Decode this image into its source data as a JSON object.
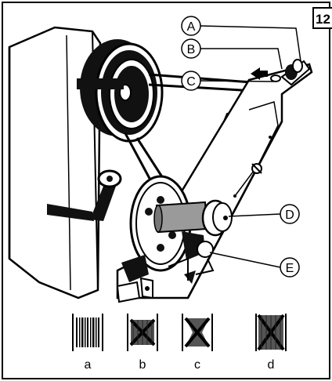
{
  "figure": {
    "number": "12",
    "callouts": {
      "a": "A",
      "b": "B",
      "c": "C",
      "d": "D",
      "e": "E"
    },
    "winding_patterns": {
      "a": "a",
      "b": "b",
      "c": "c",
      "d": "d"
    }
  },
  "colors": {
    "ink": "#000000",
    "paper": "#ffffff",
    "shade": "#9a9a9a"
  }
}
